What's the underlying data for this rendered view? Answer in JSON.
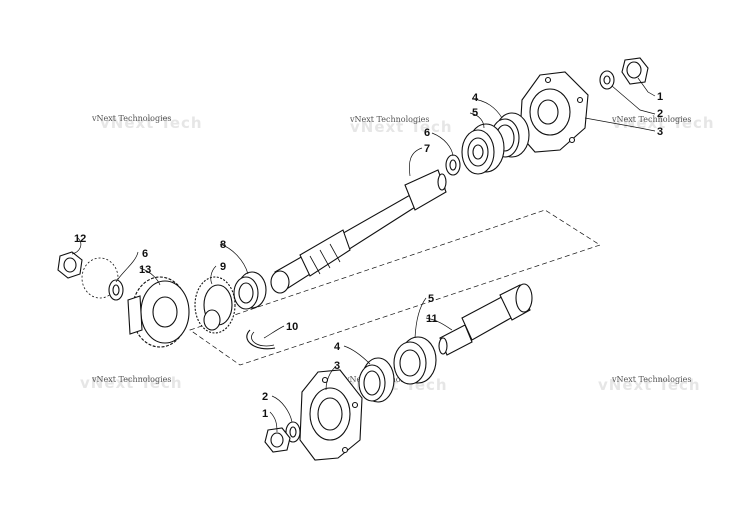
{
  "watermark": "vNext Technologies",
  "callouts": {
    "c1a": "1",
    "c2a": "2",
    "c3a": "3",
    "c4a": "4",
    "c5a": "5",
    "c6a": "6",
    "c7": "7",
    "c12": "12",
    "c6b": "6",
    "c13": "13",
    "c8": "8",
    "c9": "9",
    "c10": "10",
    "c5b": "5",
    "c11": "11",
    "c4b": "4",
    "c3b": "3",
    "c2b": "2",
    "c1b": "1"
  }
}
